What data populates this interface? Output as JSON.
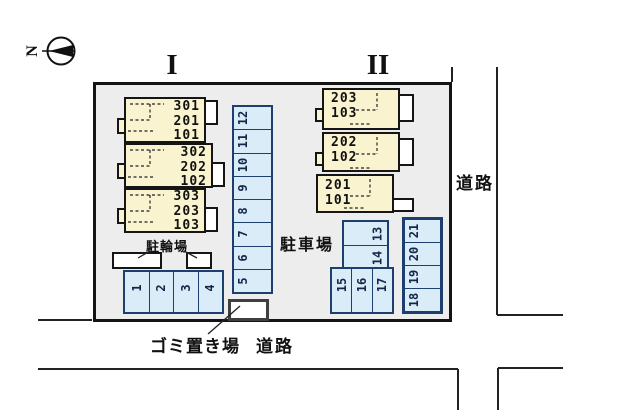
{
  "compass": {
    "north": "N"
  },
  "buildings": [
    {
      "label": "I",
      "units": [
        {
          "rooms": [
            "301",
            "201",
            "101"
          ]
        },
        {
          "rooms": [
            "302",
            "202",
            "102"
          ]
        },
        {
          "rooms": [
            "303",
            "203",
            "103"
          ]
        }
      ]
    },
    {
      "label": "II",
      "units": [
        {
          "rooms": [
            "203",
            "103"
          ]
        },
        {
          "rooms": [
            "202",
            "102"
          ]
        },
        {
          "rooms": [
            "201",
            "101"
          ]
        }
      ]
    }
  ],
  "parking_lot": {
    "label": "駐車場",
    "spaces_1_4": [
      "1",
      "2",
      "3",
      "4"
    ],
    "spaces_5_12": [
      "12",
      "11",
      "10",
      "9",
      "8",
      "7",
      "6",
      "5"
    ],
    "spaces_13_14": [
      "13",
      "14"
    ],
    "spaces_15_17": [
      "15",
      "16",
      "17"
    ],
    "spaces_18_21": [
      "21",
      "20",
      "19",
      "18"
    ]
  },
  "labels": {
    "bicycle_parking": "駐輪場",
    "garbage": "ゴミ置き場",
    "road_right": "道路",
    "road_bottom": "道路"
  },
  "colors": {
    "site_fill": "#ededed",
    "building_fill": "#f9f4cf",
    "parking_fill": "#d9ecf8",
    "parking_border": "#1d3f70",
    "line": "#141414"
  }
}
